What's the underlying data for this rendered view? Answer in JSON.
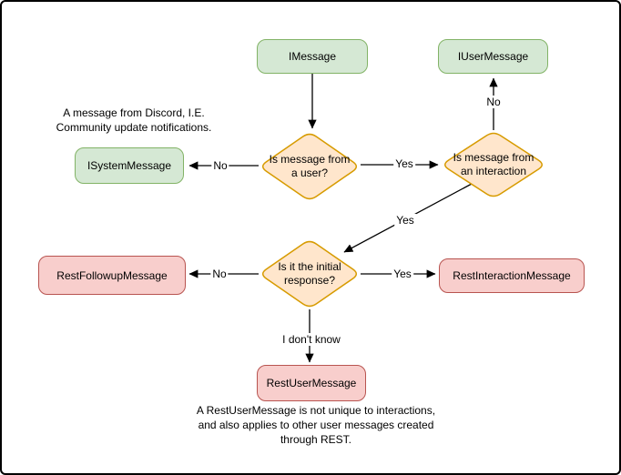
{
  "diagram": {
    "nodes": {
      "imessage": "IMessage",
      "iusermessage": "IUserMessage",
      "isystemmessage": "ISystemMessage",
      "restfollowupmessage": "RestFollowupMessage",
      "restinteractionmessage": "RestInteractionMessage",
      "restusermessage": "RestUserMessage"
    },
    "decisions": {
      "is_from_user": "Is message from a user?",
      "is_from_interaction": "Is message from an interaction",
      "is_initial_response": "Is it the initial response?"
    },
    "edge_labels": {
      "user_no": "No",
      "user_yes": "Yes",
      "interaction_no": "No",
      "interaction_yes": "Yes",
      "initial_no": "No",
      "initial_yes": "Yes",
      "initial_idk": "I don't know"
    },
    "annotations": {
      "system_note": [
        "A message from Discord, I.E.",
        "Community update notifications."
      ],
      "rest_note": [
        "A RestUserMessage is not unique to interactions,",
        "and also applies to other user messages created",
        "through REST."
      ]
    },
    "colors": {
      "interface_fill": "#d5e8d4",
      "interface_border": "#82b366",
      "decision_fill": "#ffe6cc",
      "decision_border": "#d79b00",
      "rest_fill": "#f8cecc",
      "rest_border": "#b85450",
      "arrow": "#000000",
      "text": "#000000"
    }
  }
}
